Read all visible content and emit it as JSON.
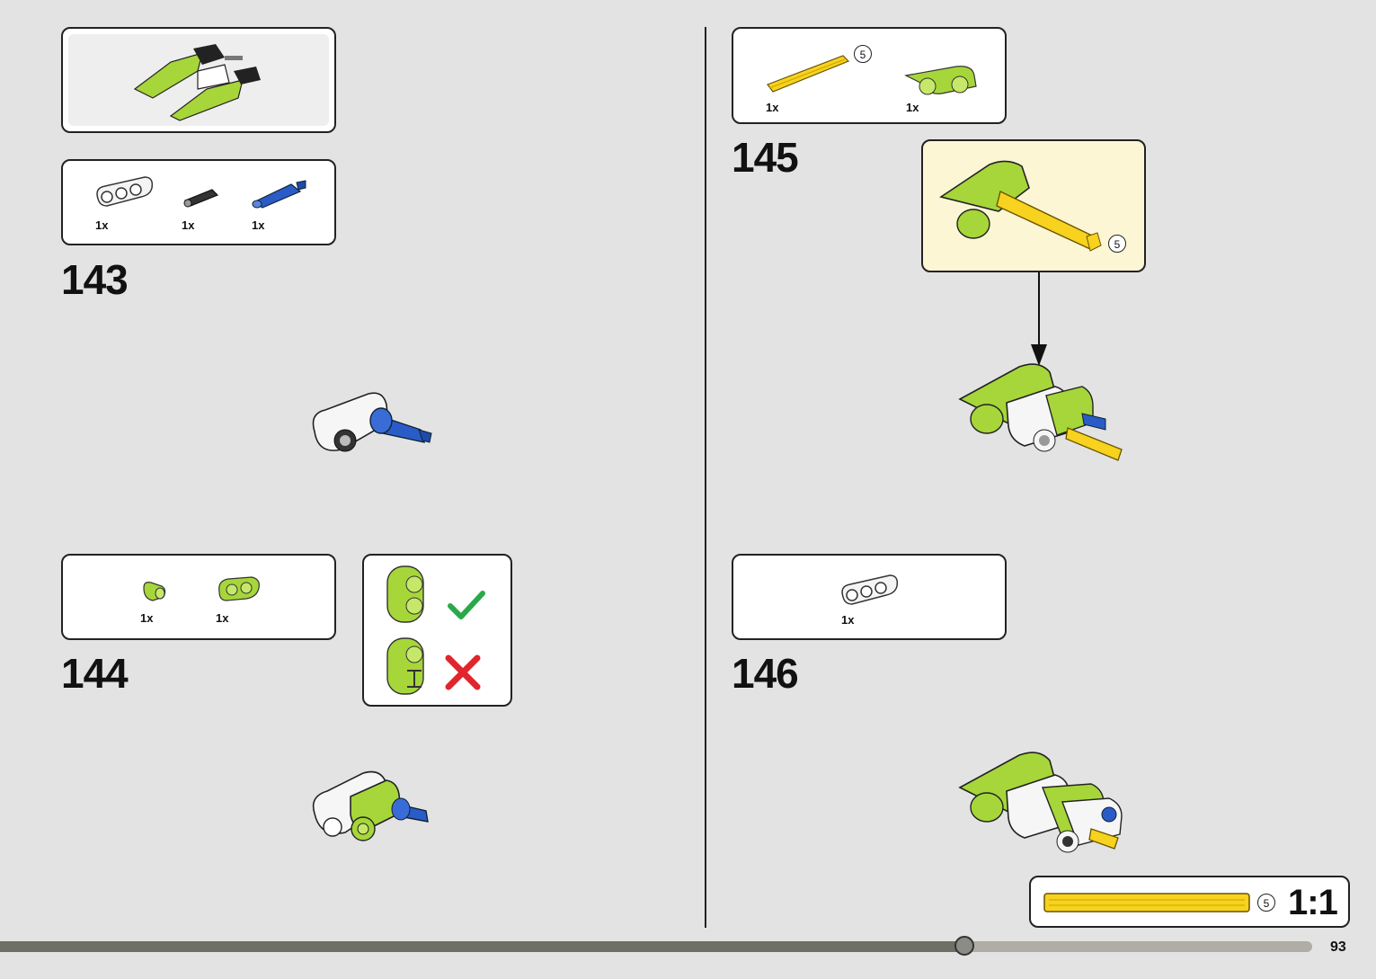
{
  "page": {
    "number": "93",
    "progress": 0.735
  },
  "steps": [
    {
      "number": "143",
      "parts": [
        {
          "qty": "1x"
        },
        {
          "qty": "1x"
        },
        {
          "qty": "1x"
        }
      ]
    },
    {
      "number": "144",
      "parts": [
        {
          "qty": "1x"
        },
        {
          "qty": "1x"
        }
      ]
    },
    {
      "number": "145",
      "parts": [
        {
          "qty": "1x",
          "length": "5"
        },
        {
          "qty": "1x"
        }
      ],
      "callout_length": "5"
    },
    {
      "number": "146",
      "parts": [
        {
          "qty": "1x"
        }
      ]
    }
  ],
  "scale": {
    "length": "5",
    "label": "1:1"
  },
  "icons": [
    "check-icon",
    "cross-icon",
    "arrow-down-icon"
  ],
  "colors": {
    "lime": "#a6d63a",
    "yellow": "#f7d21e",
    "blue": "#2a5cc8",
    "check": "#2aa84a",
    "cross": "#e0262c"
  }
}
